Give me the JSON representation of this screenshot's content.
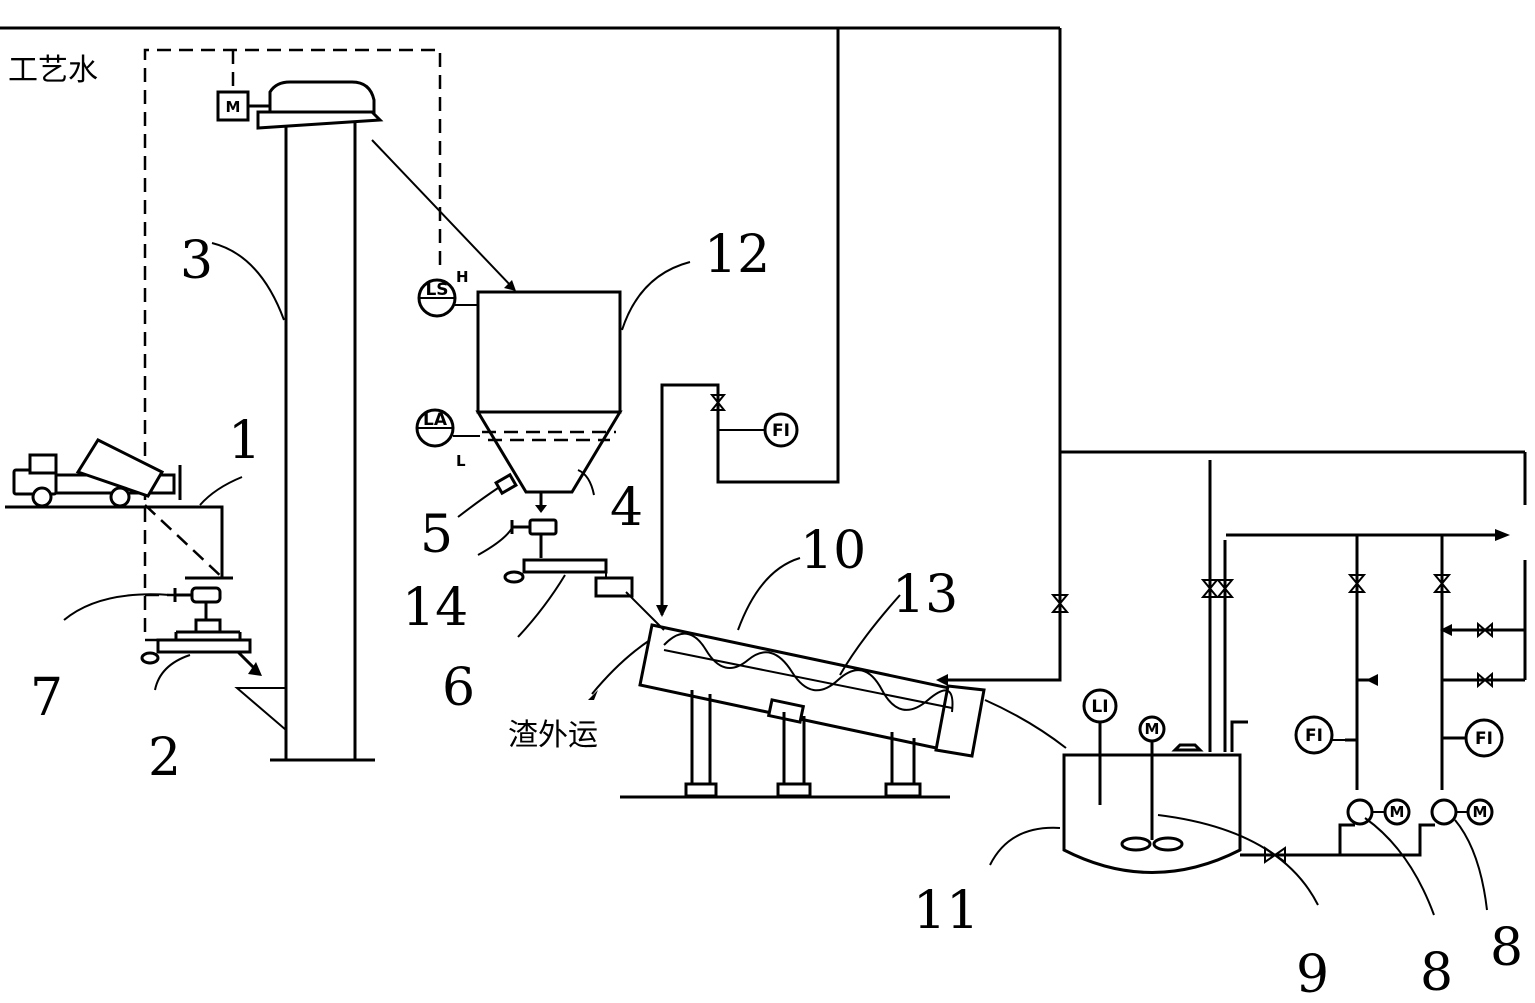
{
  "labels": {
    "process_water": "工艺水",
    "slag_out": "渣外运"
  },
  "callouts": {
    "n1": "1",
    "n2": "2",
    "n3": "3",
    "n4": "4",
    "n5": "5",
    "n6": "6",
    "n7": "7",
    "n8a": "8",
    "n8b": "8",
    "n9": "9",
    "n10": "10",
    "n11": "11",
    "n12": "12",
    "n13": "13",
    "n14": "14"
  },
  "instruments": {
    "ls": "LS",
    "ls_level": "H",
    "la": "LA",
    "la_level": "L",
    "fi_screw": "FI",
    "fi_pump1": "FI",
    "fi_pump2": "FI",
    "level_tank": "LI",
    "motor_top": "M",
    "motor_mixer": "M",
    "motor_pump1": "M",
    "motor_pump2": "M"
  }
}
